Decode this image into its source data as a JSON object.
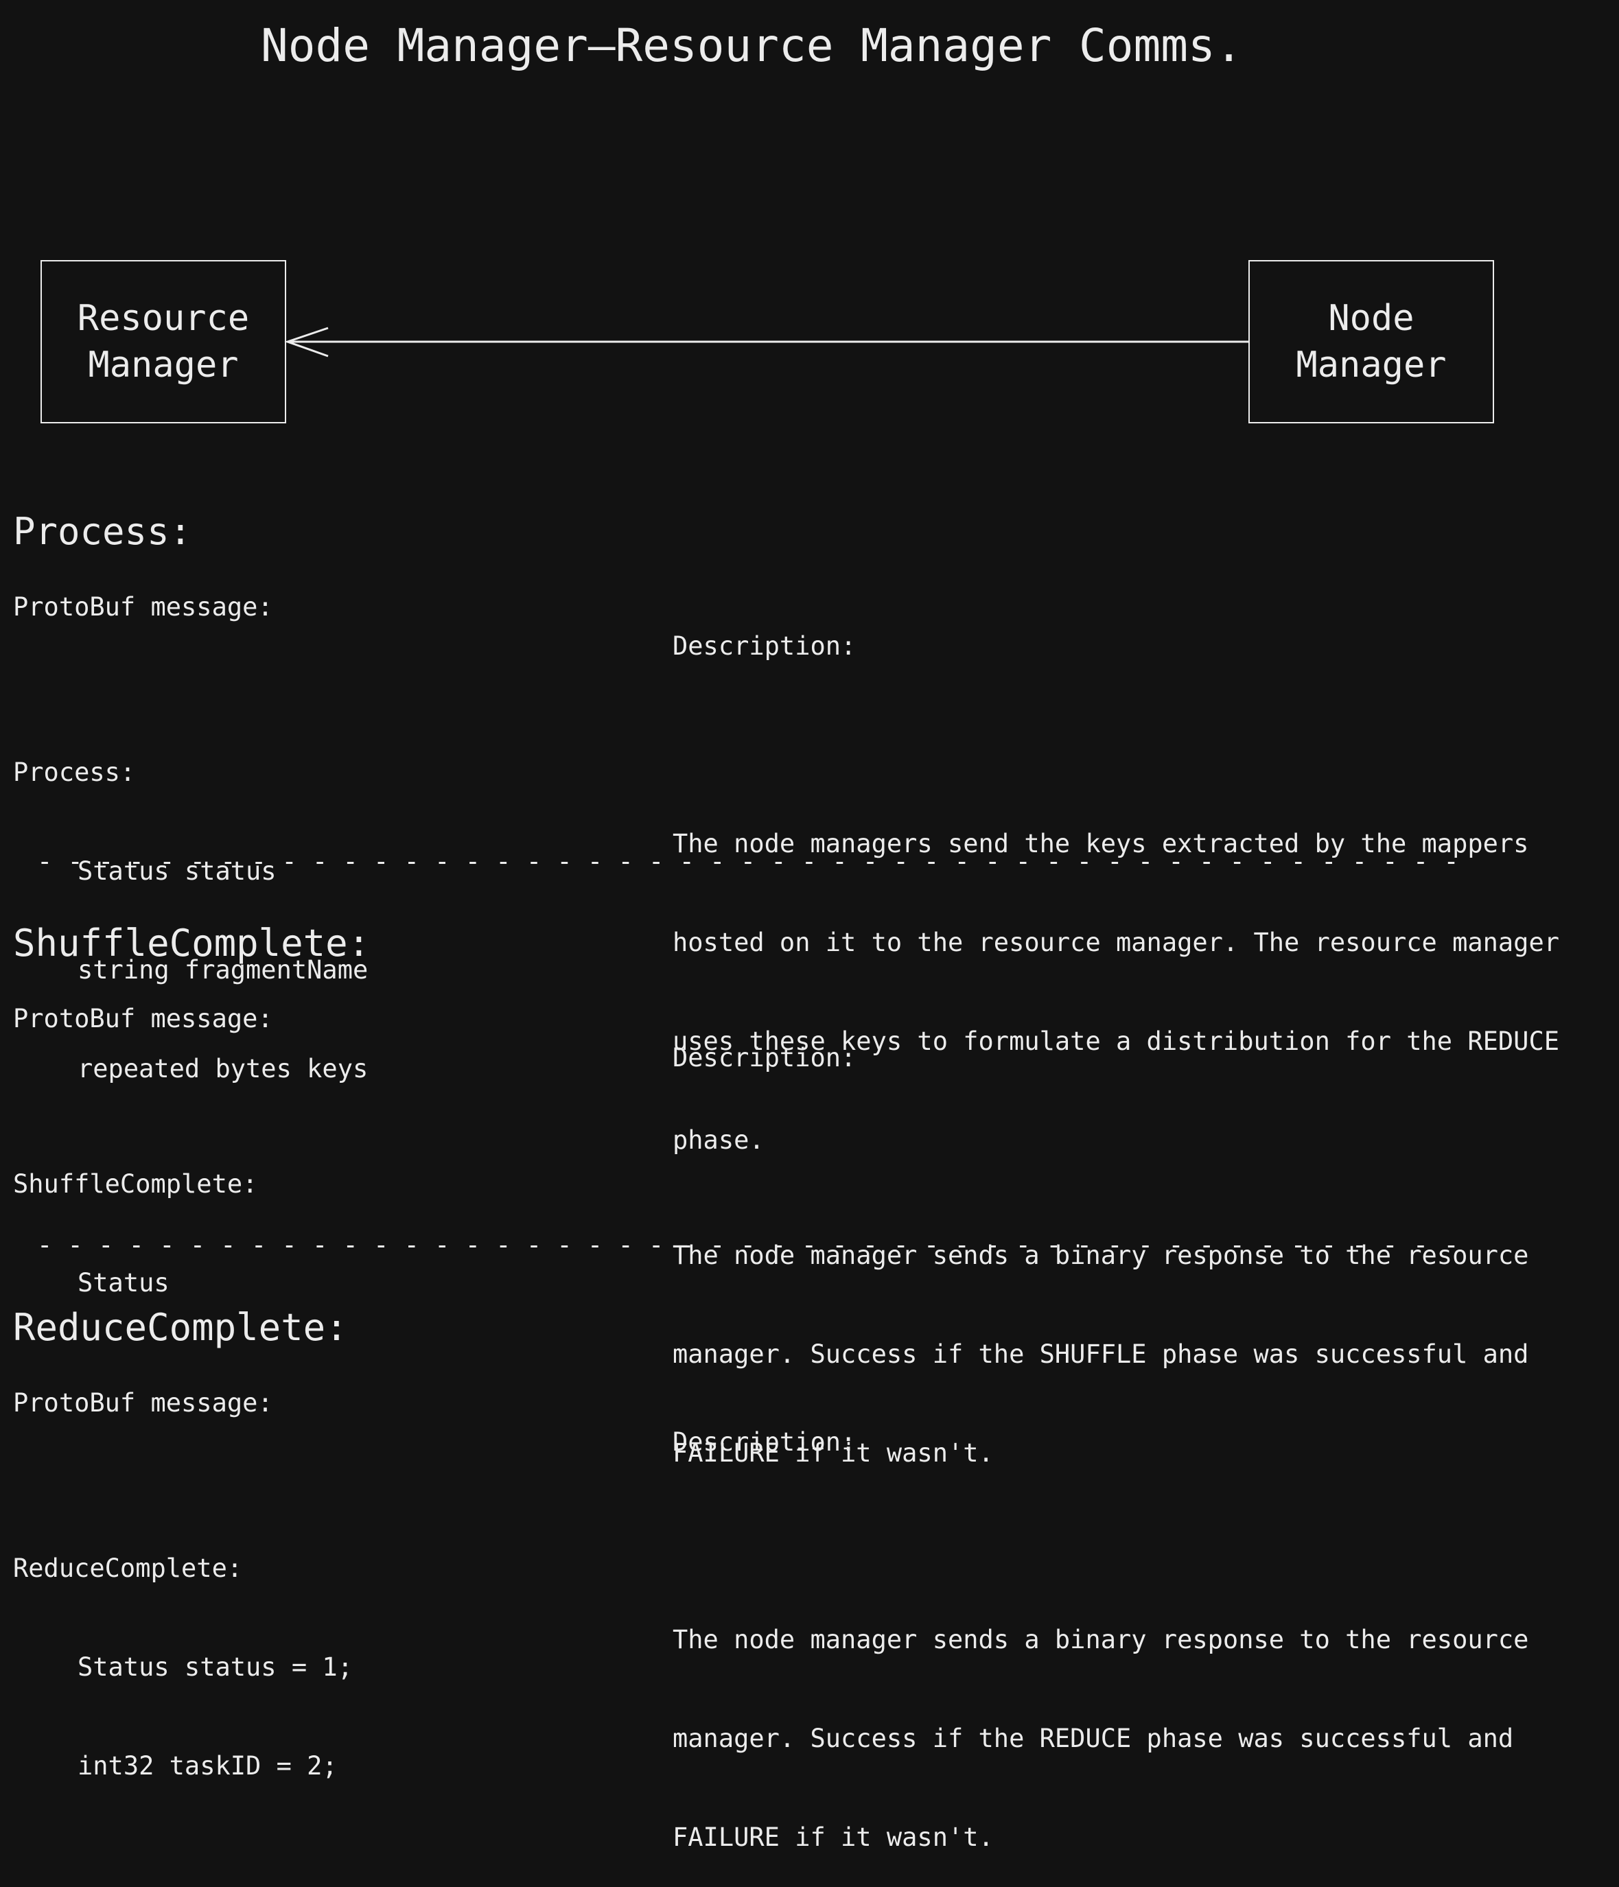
{
  "title": "Node Manager—Resource Manager Comms.",
  "diagram": {
    "resource_manager": [
      "Resource",
      "Manager"
    ],
    "node_manager": [
      "Node",
      "Manager"
    ]
  },
  "sections": [
    {
      "heading": "Process:",
      "protobuf_label": "ProtoBuf message:",
      "message_name": "Process:",
      "fields": [
        "Status status",
        "string fragmentName",
        "repeated bytes keys"
      ],
      "description_label": "Description:",
      "description_lines": [
        "The node managers send the keys extracted by the mappers",
        "hosted on it to the resource manager. The resource manager",
        "uses these keys to formulate a distribution for the REDUCE",
        "phase."
      ]
    },
    {
      "heading": "ShuffleComplete:",
      "protobuf_label": "ProtoBuf message:",
      "message_name": "ShuffleComplete:",
      "fields": [
        "Status"
      ],
      "description_label": "Description:",
      "description_lines": [
        "The node manager sends a binary response to the resource",
        "manager. Success if the SHUFFLE phase was successful and",
        "FAILURE if it wasn't."
      ]
    },
    {
      "heading": "ReduceComplete:",
      "protobuf_label": "ProtoBuf message:",
      "message_name": "ReduceComplete:",
      "fields": [
        "Status status = 1;",
        "int32 taskID = 2;"
      ],
      "description_label": "Description:",
      "description_lines": [
        "The node manager sends a binary response to the resource",
        "manager. Success if the REDUCE phase was successful and",
        "FAILURE if it wasn't."
      ]
    }
  ],
  "divider": "- - - - - - - - - - - - - - - - - - - - - - - - - - - - - - - - - - - - - - - - - - - - - - -"
}
